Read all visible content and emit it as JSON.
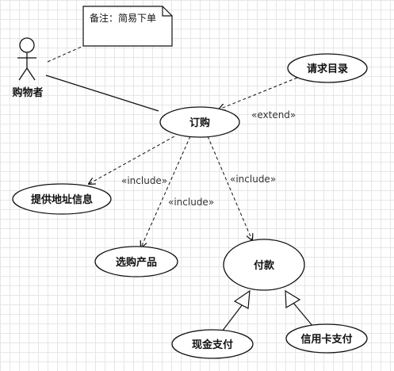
{
  "actor": {
    "label": "购物者"
  },
  "note": {
    "text": "备注：简易下单"
  },
  "usecases": {
    "request_catalog": "请求目录",
    "order": "订购",
    "provide_address": "提供地址信息",
    "select_product": "选购产品",
    "payment": "付款",
    "cash_payment": "现金支付",
    "credit_card_payment": "信用卡支付"
  },
  "relations": {
    "extend": "«extend»",
    "include_address": "«include»",
    "include_product": "«include»",
    "include_payment": "«include»"
  }
}
